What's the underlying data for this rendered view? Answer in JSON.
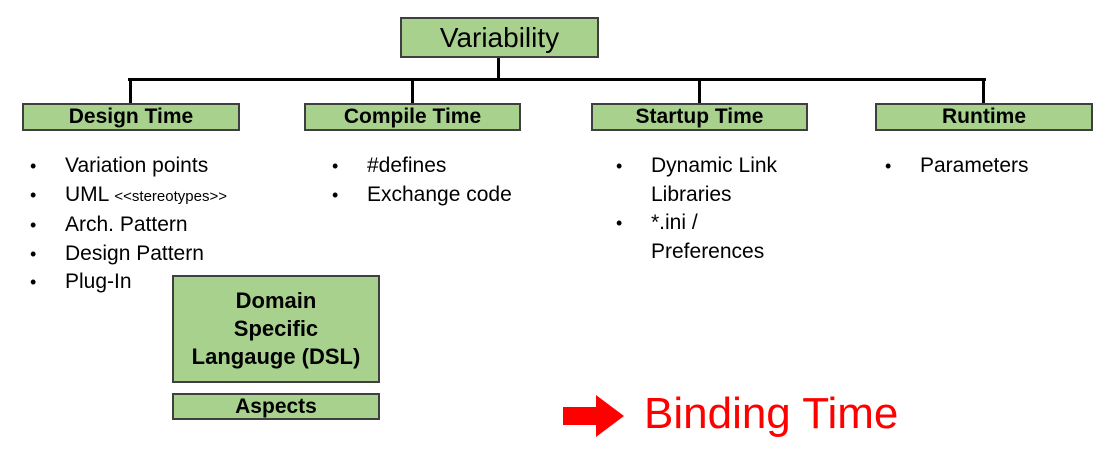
{
  "diagram": {
    "root": {
      "label": "Variability"
    },
    "bullet_glyph": "•",
    "branches": [
      {
        "header": "Design Time",
        "items": [
          {
            "text": "Variation points"
          },
          {
            "text": "UML",
            "small": "<<stereotypes>>"
          },
          {
            "text": "Arch. Pattern"
          },
          {
            "text": "Design Pattern"
          },
          {
            "text": "Plug-In"
          }
        ]
      },
      {
        "header": "Compile Time",
        "items": [
          {
            "text": "#defines"
          },
          {
            "text": "Exchange code"
          }
        ]
      },
      {
        "header": "Startup Time",
        "items": [
          {
            "text": "Dynamic Link Libraries"
          },
          {
            "text": "*.ini / Preferences"
          }
        ]
      },
      {
        "header": "Runtime",
        "items": [
          {
            "text": "Parameters"
          }
        ]
      }
    ],
    "floating_boxes": {
      "dsl": {
        "label": "Domain\nSpecific\nLangauge (DSL)"
      },
      "aspects": {
        "label": "Aspects"
      }
    },
    "annotation": {
      "icon": "arrow-right",
      "label": "Binding Time"
    },
    "colors": {
      "box_fill": "#a9d18e",
      "box_border": "#3f3f3f",
      "connector": "#000000",
      "annotation": "#ff0000",
      "text": "#000000"
    }
  }
}
